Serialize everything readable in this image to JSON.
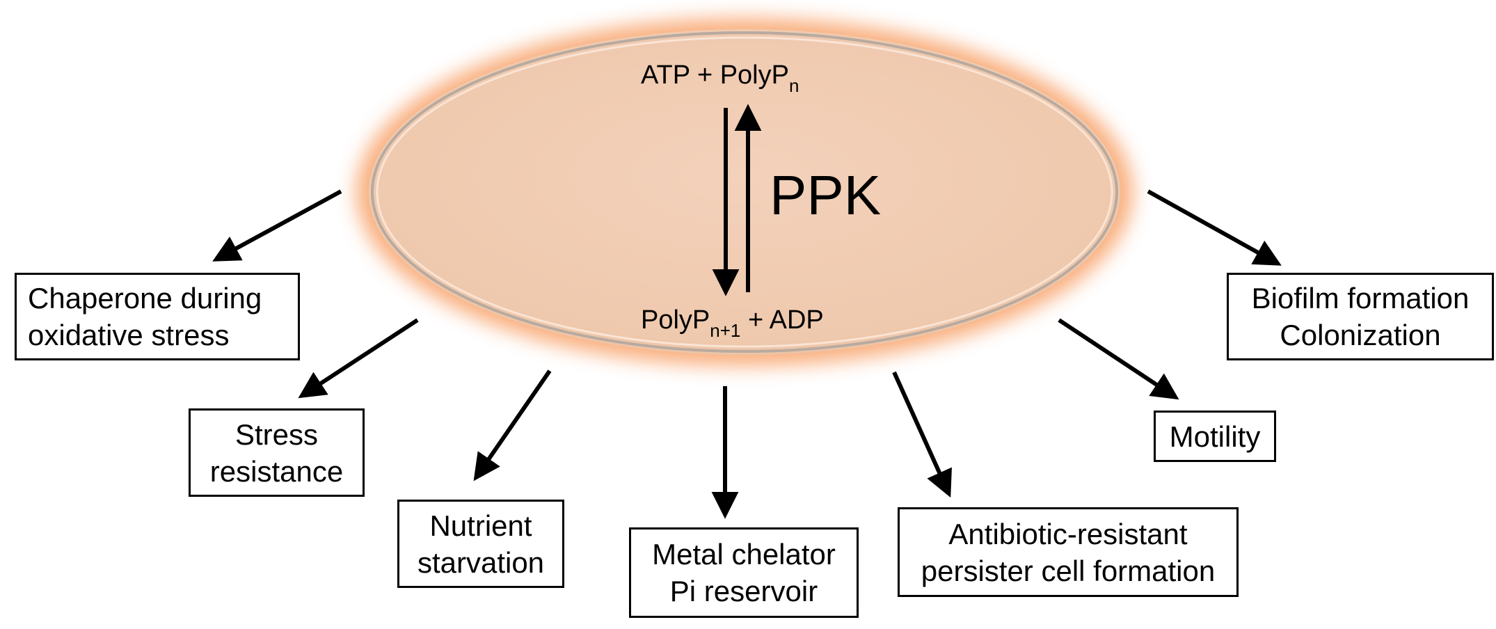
{
  "center": {
    "top_equation": {
      "text": "ATP + PolyP",
      "subscript": "n"
    },
    "bottom_equation": {
      "text": "PolyP",
      "subscript": "n+1",
      "suffix": " + ADP"
    },
    "enzyme_label": "PPK"
  },
  "outcomes": [
    {
      "id": "chaperone",
      "lines": [
        "Chaperone during",
        "oxidative stress"
      ]
    },
    {
      "id": "stress",
      "lines": [
        "Stress",
        "resistance"
      ]
    },
    {
      "id": "nutrient",
      "lines": [
        "Nutrient",
        "starvation"
      ]
    },
    {
      "id": "metal",
      "lines": [
        "Metal chelator",
        "Pi reservoir"
      ]
    },
    {
      "id": "antibiotic",
      "lines": [
        "Antibiotic-resistant",
        "persister cell formation"
      ]
    },
    {
      "id": "motility",
      "lines": [
        "Motility"
      ]
    },
    {
      "id": "biofilm",
      "lines": [
        "Biofilm formation",
        "Colonization"
      ]
    }
  ],
  "colors": {
    "cell_fill": "#f1cdb4",
    "cell_glow": "#f8a066",
    "cell_rim": "#b7a99e",
    "ink": "#000000"
  }
}
